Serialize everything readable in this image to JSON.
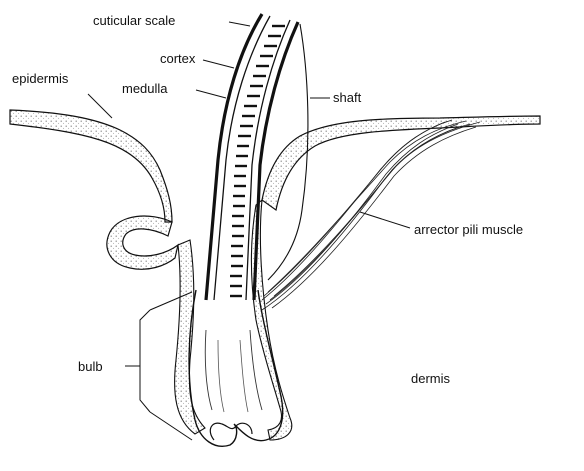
{
  "labels": {
    "cuticular_scale": "cuticular scale",
    "cortex": "cortex",
    "medulla": "medulla",
    "epidermis": "epidermis",
    "shaft": "shaft",
    "arrector_pili_muscle": "arrector pili muscle",
    "bulb": "bulb",
    "dermis": "dermis"
  },
  "colors": {
    "ink": "#111111",
    "stipple": "#777777"
  }
}
